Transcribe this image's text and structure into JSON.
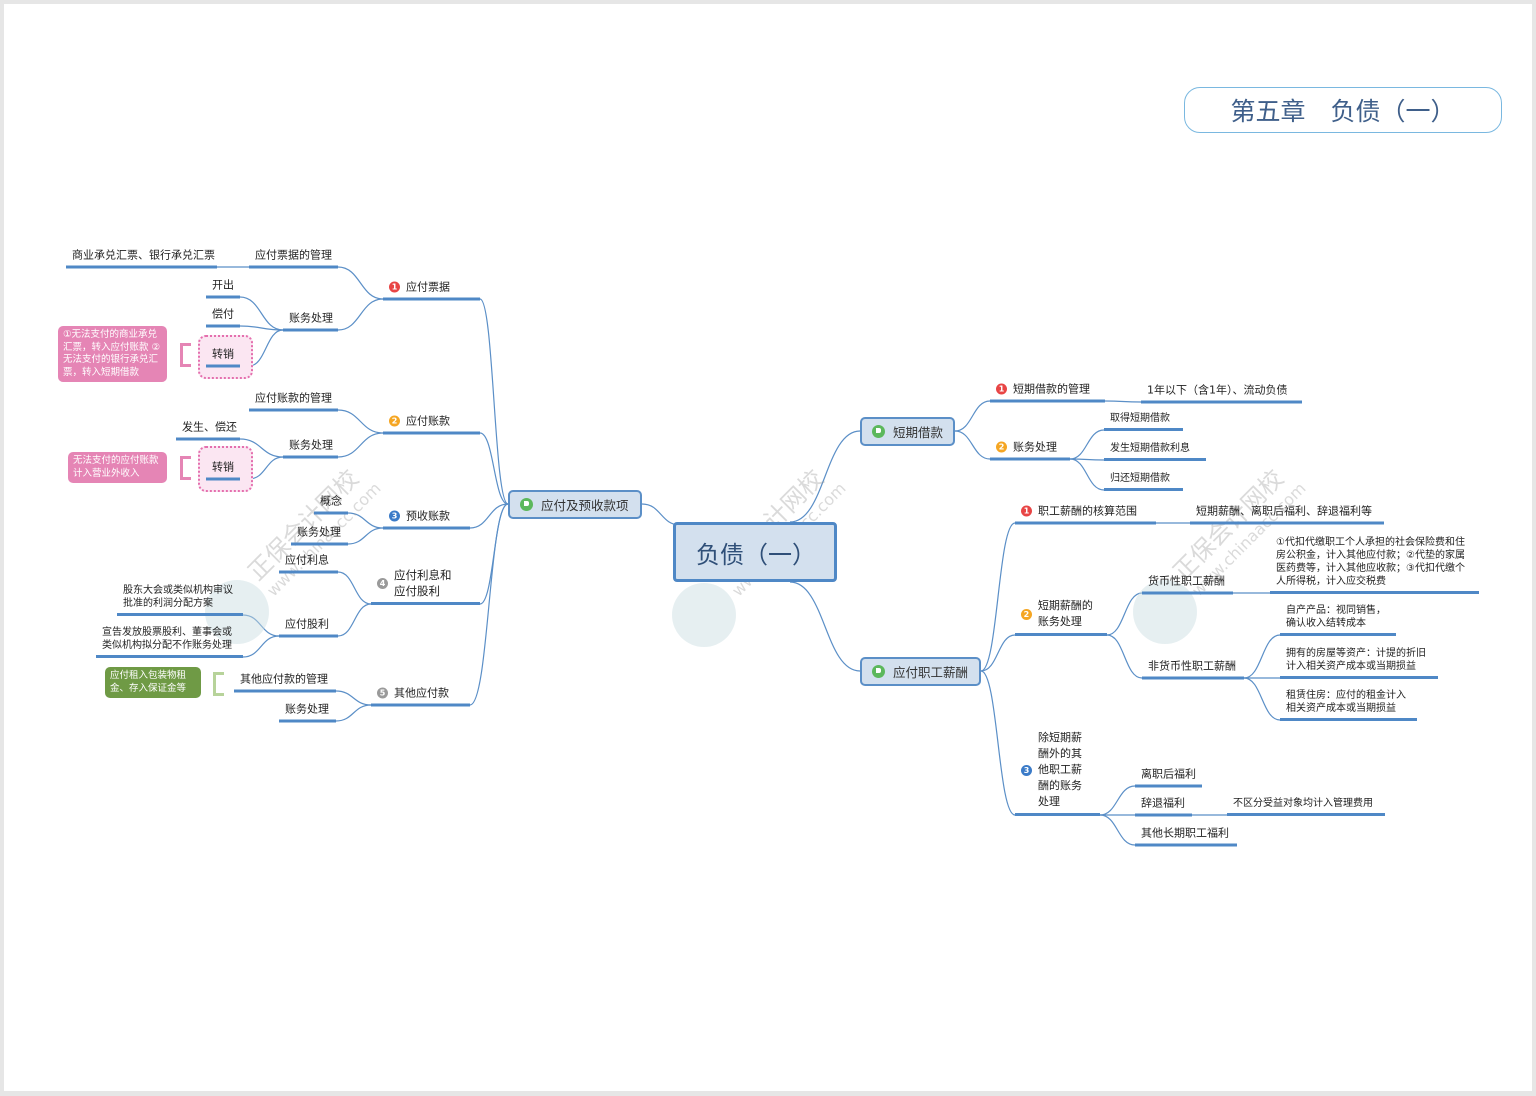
{
  "title": "第五章　负债（一）",
  "center": "负债（一）",
  "watermark": {
    "name": "正保会计网校",
    "url": "www.chinaacc.com"
  },
  "colors": {
    "line": "#4f88c6",
    "topic_bg": "#d3e0ee",
    "badge1": "#e84545",
    "badge2": "#f5a623",
    "badge3": "#3b7bc8",
    "badge_gray": "#9a9a9a",
    "note_pink": "#e585b5",
    "note_green": "#6f9a45"
  },
  "left": {
    "topic": "应付及预收款项",
    "b1": {
      "num": "1",
      "label": "应付票据",
      "mgmt": "应付票据的管理",
      "mgmt_detail": "商业承兑汇票、银行承兑汇票",
      "acct": "账务处理",
      "issue": "开出",
      "pay": "偿付",
      "writeoff": "转销",
      "note": "①无法支付的商业承兑汇票，转入应付账款 ②无法支付的银行承兑汇票，转入短期借款"
    },
    "b2": {
      "num": "2",
      "label": "应付账款",
      "mgmt": "应付账款的管理",
      "acct": "账务处理",
      "occur": "发生、偿还",
      "writeoff": "转销",
      "note": "无法支付的应付账款计入营业外收入"
    },
    "b3": {
      "num": "3",
      "label": "预收账款",
      "concept": "概念",
      "acct": "账务处理"
    },
    "b4": {
      "num": "4",
      "label": "应付利息和应付股利",
      "interest": "应付利息",
      "dividend": "应付股利",
      "d1": "股东大会或类似机构审议批准的利润分配方案",
      "d2": "宣告发放股票股利、董事会或类似机构拟分配不作账务处理"
    },
    "b5": {
      "num": "5",
      "label": "其他应付款",
      "mgmt": "其他应付款的管理",
      "acct": "账务处理",
      "note": "应付租入包装物租金、存入保证金等"
    }
  },
  "right": {
    "loan": {
      "topic": "短期借款",
      "mgmt": "短期借款的管理",
      "mgmt_detail": "1年以下（含1年）、流动负债",
      "acct": "账务处理",
      "a1": "取得短期借款",
      "a2": "发生短期借款利息",
      "a3": "归还短期借款"
    },
    "pay": {
      "topic": "应付职工薪酬",
      "scope": "职工薪酬的核算范围",
      "scope_detail": "短期薪酬、离职后福利、辞退福利等",
      "short": "短期薪酬的账务处理",
      "monetary": "货币性职工薪酬",
      "monetary_note": "①代扣代缴职工个人承担的社会保险费和住房公积金，计入其他应付款；②代垫的家属医药费等，计入其他应收款；③代扣代缴个人所得税，计入应交税费",
      "nonmonetary": "非货币性职工薪酬",
      "nm1": "自产产品：视同销售，确认收入结转成本",
      "nm2": "拥有的房屋等资产：计提的折旧计入相关资产成本或当期损益",
      "nm3": "租赁住房：应付的租金计入相关资产成本或当期损益",
      "other": "除短期薪酬外的其他职工薪酬的账务处理",
      "o1": "离职后福利",
      "o2": "辞退福利",
      "o2_detail": "不区分受益对象均计入管理费用",
      "o3": "其他长期职工福利"
    }
  }
}
